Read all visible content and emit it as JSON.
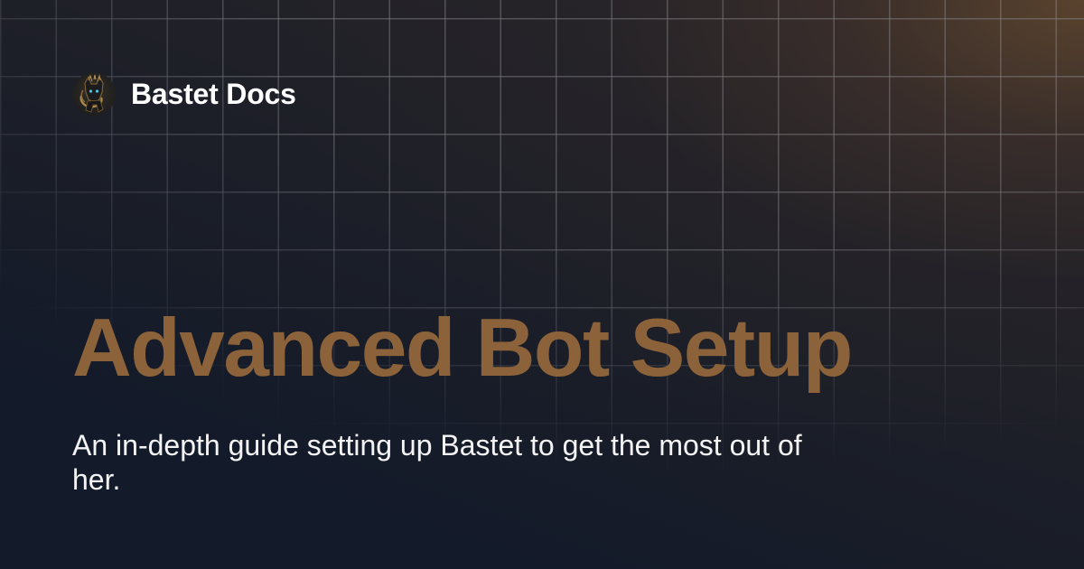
{
  "brand": {
    "name": "Bastet Docs",
    "logo_icon": "bastet-cat-avatar-icon"
  },
  "page": {
    "title": "Advanced Bot Setup",
    "description": "An in-depth guide setting up Bastet to get the most out of her."
  },
  "colors": {
    "background": "#131a29",
    "glow": "#5c442e",
    "title": "#8b6239",
    "text": "#ffffff",
    "grid": "#96969b"
  }
}
